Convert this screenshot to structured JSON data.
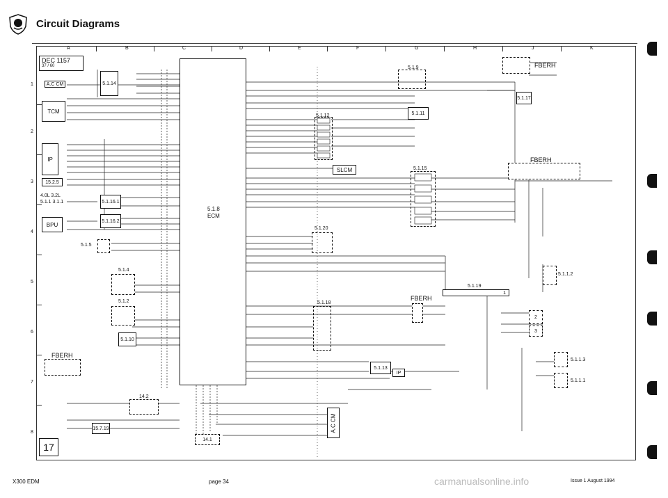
{
  "header": {
    "title": "Circuit Diagrams"
  },
  "grid": {
    "columns": [
      "A",
      "B",
      "C",
      "D",
      "E",
      "F",
      "G",
      "H",
      "J",
      "K"
    ],
    "rows": [
      "1",
      "2",
      "3",
      "4",
      "5",
      "6",
      "7",
      "8"
    ]
  },
  "title_block": {
    "drg_no": "DEC 1157",
    "sheet": "37",
    "of": "60",
    "page_number": "17"
  },
  "modules": {
    "ac_cm": "A.C CM",
    "tcm": "TCM",
    "ip": "IP",
    "ref_15_2_5": "15.2.5",
    "engine_4_0l": "4.0L  3.2L",
    "engine_ref": "5.1.1 3.1.1",
    "bpu": "BPU",
    "m_5_1_14": "5.1.14",
    "m_5_1_16_1": "5.1.16.1",
    "m_5_1_16_2": "5.1.16.2",
    "m_5_1_5": "5.1.5",
    "m_5_1_4": "5.1.4",
    "m_5_1_2": "5.1.2",
    "m_5_1_10": "5.1.10",
    "fberh_left": "FBERH",
    "m_14_2": "14.2",
    "m_15_7_19": "15.7.19",
    "ecm_ref": "5.1.8",
    "ecm": "ECM",
    "m_5_1_12": "5.1.12",
    "slcm": "SLCM",
    "m_5_1_20": "5.1.20",
    "m_5_1_18": "5.1.18",
    "m_14_1": "14.1",
    "ac_cm_vertical": "A.C CM",
    "m_5_1_9": "5.1.9",
    "m_5_1_11": "5.1.11",
    "m_5_1_15": "5.1.15",
    "fberh_top": "FBERH",
    "m_5_1_17": "5.1.17",
    "fberh_mid": "FBERH",
    "m_5_1_19": "5.1.19",
    "fberh_lower": "FBERH",
    "m_5_1_13": "5.1.13",
    "ip_lower": "IP",
    "m_5_1_1_2": "5.1.1.2",
    "m_5_1_1_3": "5.1.1.3",
    "m_5_1_1_1": "5.1.1.1",
    "m_2": "2",
    "m_3": "3",
    "m_1": "1"
  },
  "footer": {
    "left": "X300 EDM",
    "center": "page 34",
    "right": "Issue 1 August 1994",
    "watermark": "carmanualsonline.info"
  },
  "icons": [
    "jaguar-logo-icon",
    "page-tab-icon"
  ]
}
